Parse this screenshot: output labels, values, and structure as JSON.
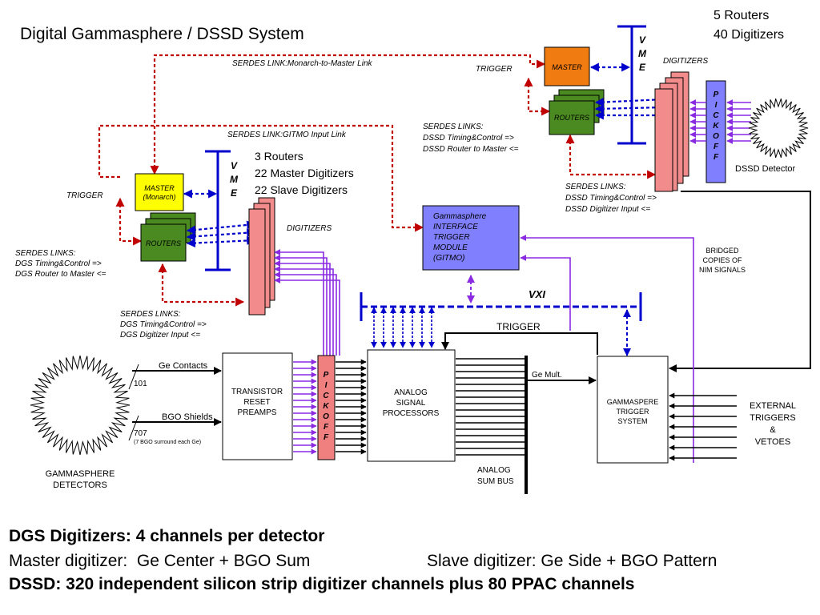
{
  "title": "Digital Gammasphere / DSSD System",
  "dssd_summary": {
    "routers": "5 Routers",
    "digitizers": "40 Digitizers"
  },
  "dgs_summary": {
    "routers": "3 Routers",
    "master_digitizers": "22 Master Digitizers",
    "slave_digitizers": "22 Slave Digitizers"
  },
  "links": {
    "monarch_to_master": "SERDES LINK:Monarch-to-Master Link",
    "gitmo_input": "SERDES LINK:GITMO Input Link"
  },
  "dgs": {
    "trigger": "TRIGGER",
    "master_lines": [
      "MASTER",
      "(Monarch)"
    ],
    "routers": "ROUTERS",
    "vme": [
      "V",
      "M",
      "E"
    ],
    "digitizers": "DIGITIZERS",
    "serdes_router": [
      "SERDES LINKS:",
      "DGS Timing&Control =>",
      "DGS Router to Master <="
    ],
    "serdes_digitizer": [
      "SERDES LINKS:",
      "DGS Timing&Control =>",
      "DGS Digitizer Input <="
    ]
  },
  "dssd": {
    "trigger": "TRIGGER",
    "master": "MASTER",
    "routers": "ROUTERS",
    "vme": [
      "V",
      "M",
      "E"
    ],
    "digitizers": "DIGITIZERS",
    "pickoff": [
      "P",
      "I",
      "C",
      "K",
      "O",
      "F",
      "F"
    ],
    "detector": "DSSD Detector",
    "serdes_router": [
      "SERDES LINKS:",
      "DSSD Timing&Control =>",
      "DSSD Router to Master <="
    ],
    "serdes_digitizer": [
      "SERDES LINKS:",
      "DSSD Timing&Control =>",
      "DSSD Digitizer Input <="
    ]
  },
  "gitmo_lines": [
    "Gammasphere",
    "INTERFACE",
    "TRIGGER",
    "MODULE",
    "(GITMO)"
  ],
  "bridged_lines": [
    "BRIDGED",
    "COPIES OF",
    "NIM SIGNALS"
  ],
  "vxi": "VXI",
  "trigger_line": "TRIGGER",
  "ge_contacts": "Ge Contacts",
  "ge_count": "101",
  "bgo_shields": "BGO Shields",
  "bgo_count": "707",
  "bgo_note": "(7 BGO surround each Ge)",
  "detectors_lines": [
    "GAMMASPHERE",
    "DETECTORS"
  ],
  "preamps_lines": [
    "TRANSISTOR",
    "RESET",
    "PREAMPS"
  ],
  "pickoff": [
    "P",
    "I",
    "C",
    "K",
    "O",
    "F",
    "F"
  ],
  "asp_lines": [
    "ANALOG",
    "SIGNAL",
    "PROCESSORS"
  ],
  "ge_mult": "Ge Mult.",
  "analog_sum_lines": [
    "ANALOG",
    "SUM BUS"
  ],
  "gts_lines": [
    "GAMMASPERE",
    "TRIGGER",
    "SYSTEM"
  ],
  "external_lines": [
    "EXTERNAL",
    "TRIGGERS",
    "&",
    "VETOES"
  ],
  "captions": {
    "line1": "DGS Digitizers: 4 channels per detector",
    "line2a": "Master digitizer:  Ge Center + BGO Sum",
    "line2b": "Slave digitizer: Ge Side + BGO Pattern",
    "line3": "DSSD: 320 independent silicon strip digitizer channels plus 80 PPAC channels"
  },
  "colors": {
    "serdes_link": "#c00000",
    "vme_bus": "#0000cc",
    "signal_bundle": "#8a2be2",
    "digitizer_fill": "#f28b8b",
    "router_fill": "#4a8a20",
    "monarch_fill": "#ffff00",
    "dssd_master_fill": "#f07b10",
    "gitmo_fill": "#8080ff",
    "pickoff_fill": "#f08080"
  }
}
